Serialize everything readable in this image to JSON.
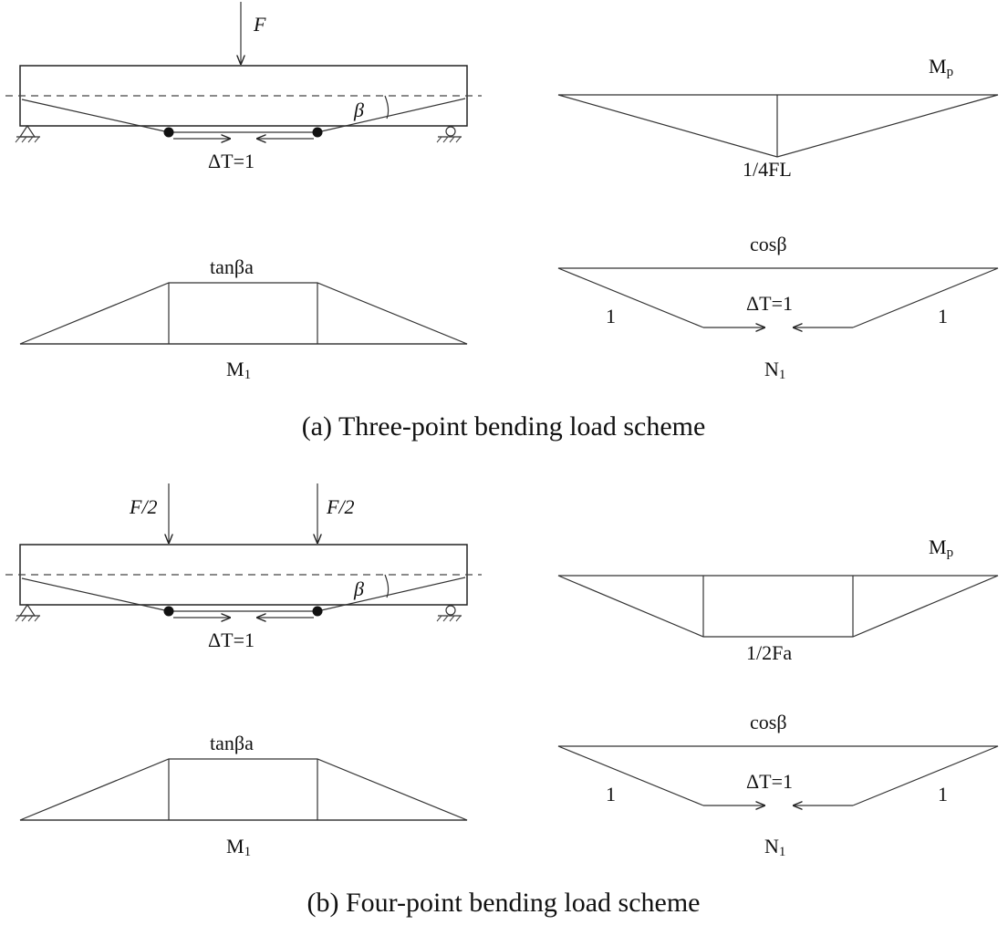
{
  "panel_a": {
    "caption": "(a) Three-point bending load scheme",
    "load": "F",
    "angle": "β",
    "tendon_force": "ΔT=1",
    "mp_label": "M",
    "mp_sub": "p",
    "mp_value": "1/4FL",
    "m1_top": "tanβa",
    "m1_label": "M",
    "m1_sub": "1",
    "n1_top": "cosβ",
    "n1_left": "1",
    "n1_right": "1",
    "n1_force": "ΔT=1",
    "n1_label": "N",
    "n1_sub": "1"
  },
  "panel_b": {
    "caption": "(b) Four-point bending load scheme",
    "load_left": "F/2",
    "load_right": "F/2",
    "angle": "β",
    "tendon_force": "ΔT=1",
    "mp_label": "M",
    "mp_sub": "p",
    "mp_value": "1/2Fa",
    "m1_top": "tanβa",
    "m1_label": "M",
    "m1_sub": "1",
    "n1_top": "cosβ",
    "n1_left": "1",
    "n1_right": "1",
    "n1_force": "ΔT=1",
    "n1_label": "N",
    "n1_sub": "1"
  }
}
